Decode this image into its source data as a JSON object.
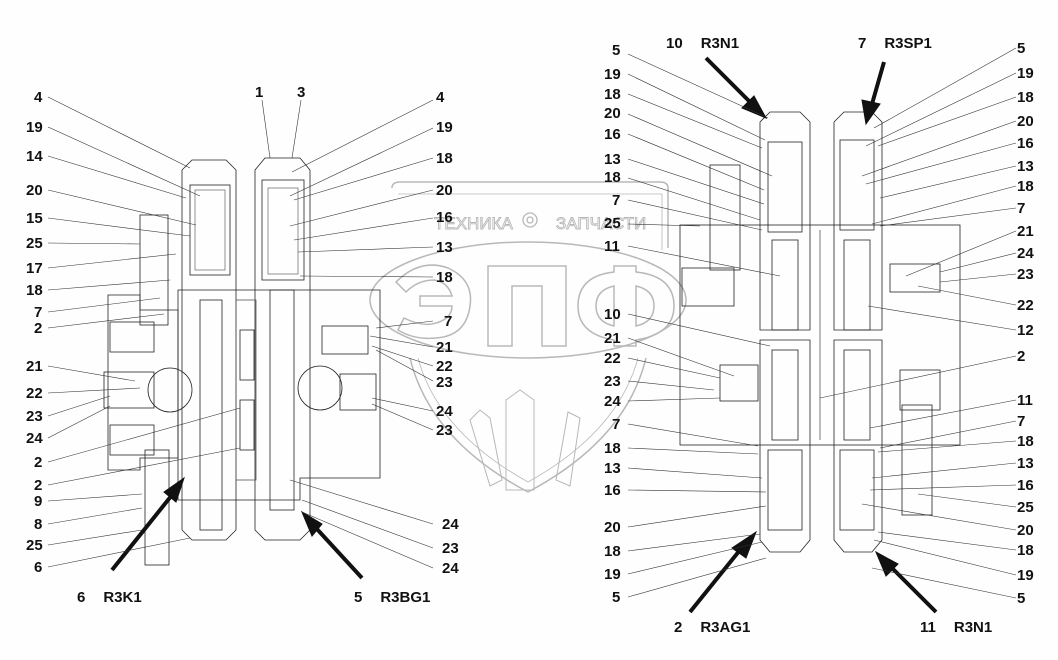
{
  "watermark": {
    "top_left_word": "ТЕХНИКА",
    "top_right_word": "ЗАПЧАСТИ",
    "logo_text": "ЭПФ",
    "gear_icon": "gear-icon"
  },
  "views": [
    {
      "id": "view-1",
      "caption": {
        "number": "6",
        "code": "R3K1"
      },
      "labels": [
        "4",
        "19",
        "14",
        "20",
        "15",
        "25",
        "17",
        "18",
        "7",
        "2",
        "21",
        "22",
        "23",
        "24",
        "2",
        "2",
        "9",
        "8",
        "25",
        "6"
      ]
    },
    {
      "id": "view-2",
      "caption": {
        "number": "5",
        "code": "R3BG1"
      },
      "labels": [
        "1",
        "3",
        "4",
        "19",
        "18",
        "20",
        "16",
        "13",
        "18",
        "7",
        "21",
        "22",
        "23",
        "24",
        "23",
        "24",
        "23",
        "24"
      ]
    },
    {
      "id": "view-3-top",
      "caption": {
        "number": "10",
        "code": "R3N1"
      },
      "labels": [
        "5",
        "19",
        "18",
        "20",
        "16",
        "13",
        "18",
        "7",
        "25",
        "11",
        "10",
        "21",
        "22",
        "23",
        "24",
        "7",
        "18",
        "13",
        "16",
        "20",
        "18",
        "19",
        "5"
      ]
    },
    {
      "id": "view-3-bottom",
      "caption": {
        "number": "2",
        "code": "R3AG1"
      },
      "labels": []
    },
    {
      "id": "view-4-top",
      "caption": {
        "number": "7",
        "code": "R3SP1"
      },
      "labels": [
        "5",
        "19",
        "18",
        "20",
        "16",
        "13",
        "18",
        "7",
        "21",
        "24",
        "23",
        "22",
        "12",
        "2",
        "11",
        "7",
        "18",
        "13",
        "16",
        "25",
        "20",
        "18",
        "19",
        "5"
      ]
    },
    {
      "id": "view-4-bottom",
      "caption": {
        "number": "11",
        "code": "R3N1"
      },
      "labels": []
    }
  ]
}
